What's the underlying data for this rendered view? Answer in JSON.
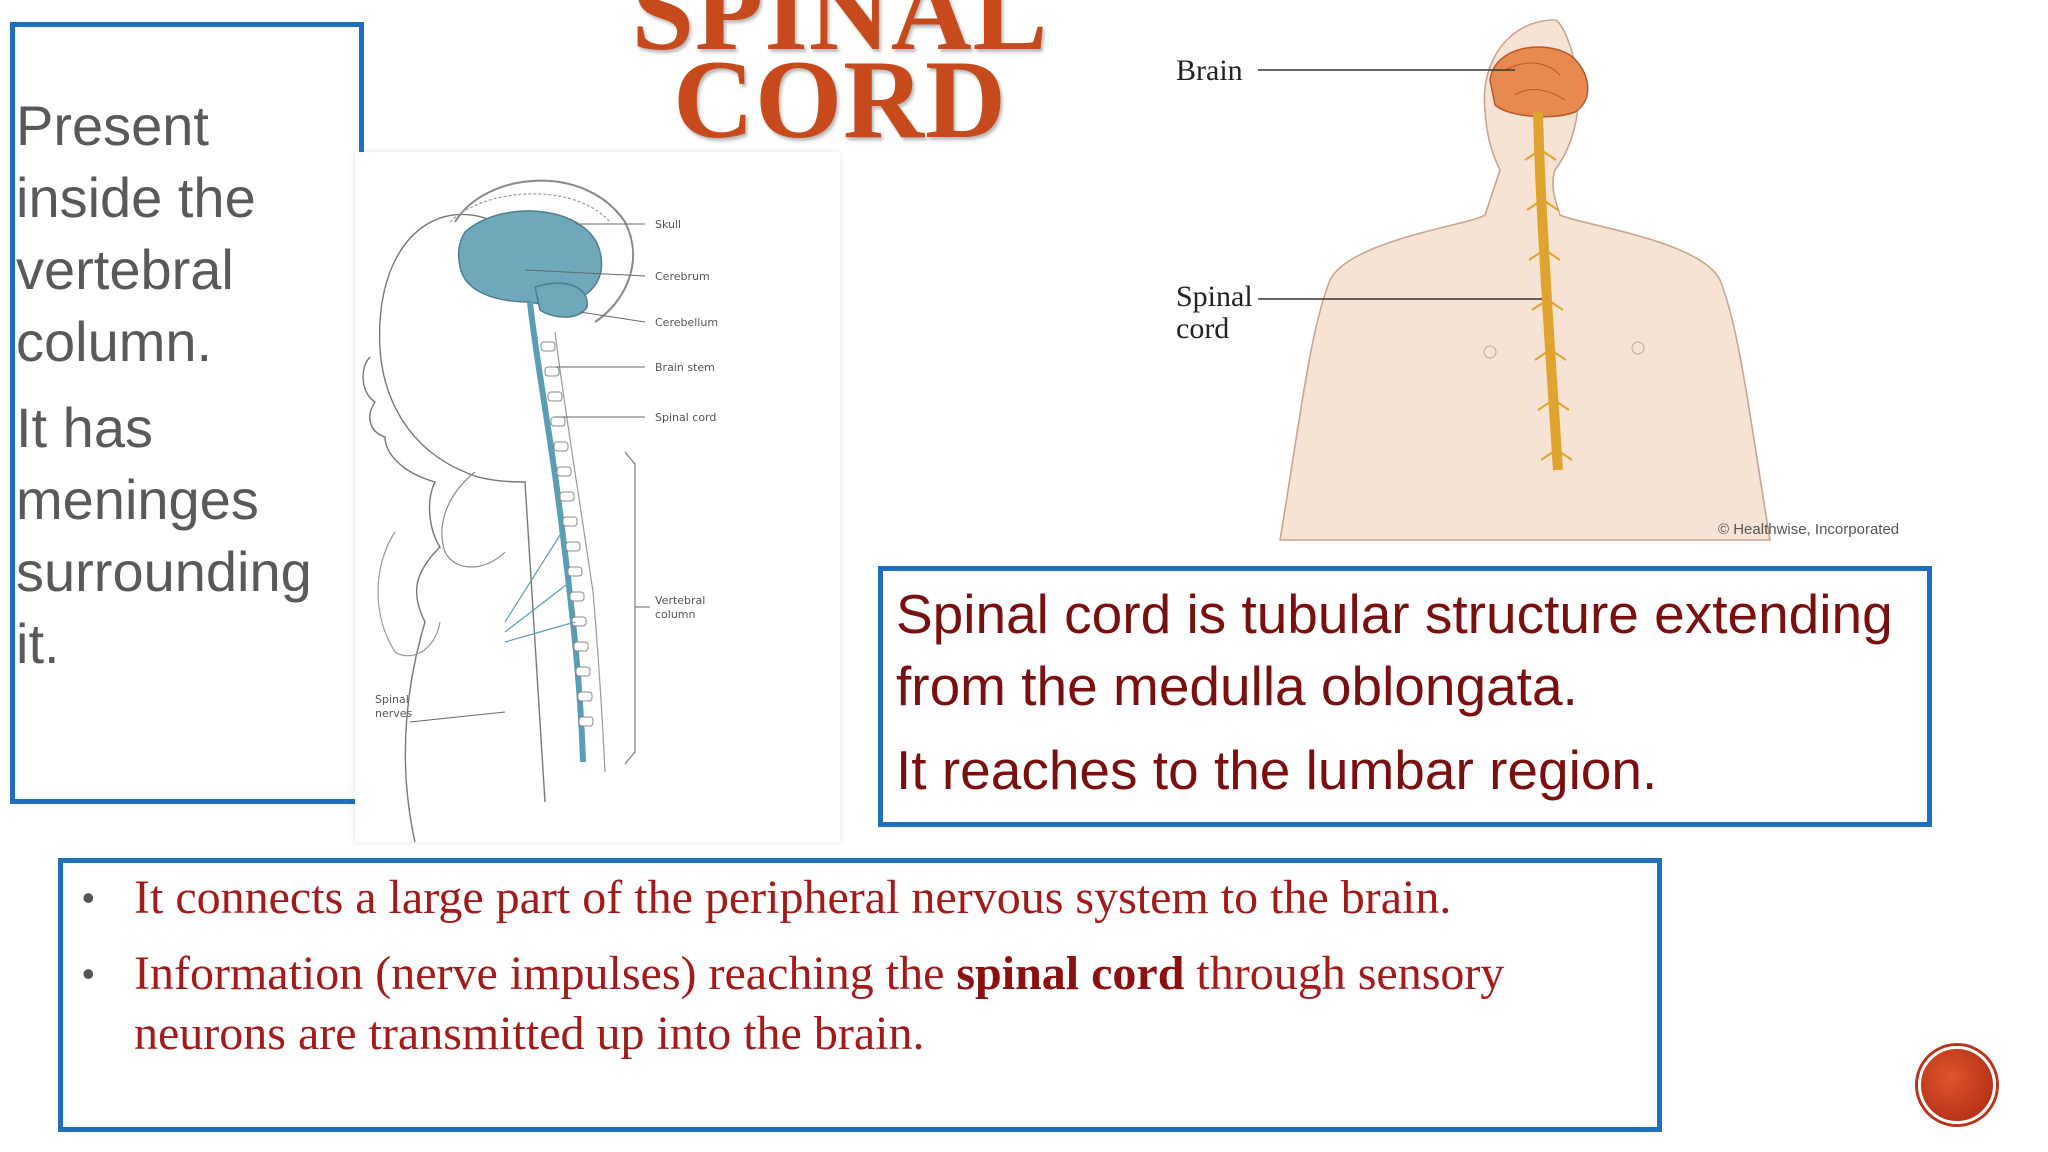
{
  "slide": {
    "title_line1": "SPINAL",
    "title_line2": "CORD"
  },
  "left_panel": {
    "para1": "Present inside the vertebral column.",
    "para2": "It has meninges surrounding it."
  },
  "figure_child": {
    "labels": {
      "skull": "Skull",
      "cerebrum": "Cerebrum",
      "cerebellum": "Cerebellum",
      "brain_stem": "Brain stem",
      "spinal_cord": "Spinal cord",
      "vertebral_line1": "Vertebral",
      "vertebral_line2": "column",
      "spinal_nerves_line1": "Spinal",
      "spinal_nerves_line2": "nerves"
    }
  },
  "figure_adult": {
    "labels": {
      "brain": "Brain",
      "spinal_line1": "Spinal",
      "spinal_line2": "cord"
    },
    "credit": "© Healthwise, Incorporated"
  },
  "right_panel": {
    "line1": "Spinal cord is tubular structure extending from the medulla oblongata.",
    "line2": "It reaches to the lumbar region."
  },
  "bottom_panel": {
    "bullet1": "It connects a large part of the peripheral nervous system to the brain.",
    "bullet2_before": "Information (nerve impulses) reaching the ",
    "bullet2_bold": "spinal cord",
    "bullet2_after": " through sensory neurons are transmitted up into the brain."
  },
  "colors": {
    "title": "#c64a1c",
    "box_border": "#1f6fbf",
    "left_text": "#595959",
    "right_text": "#7a0f0f",
    "bullet_text": "#a31a1a",
    "nav_button": "#b8351a"
  },
  "icons": {
    "nav": "next-slide-circle-icon",
    "bullet": "bullet-dot-icon"
  }
}
